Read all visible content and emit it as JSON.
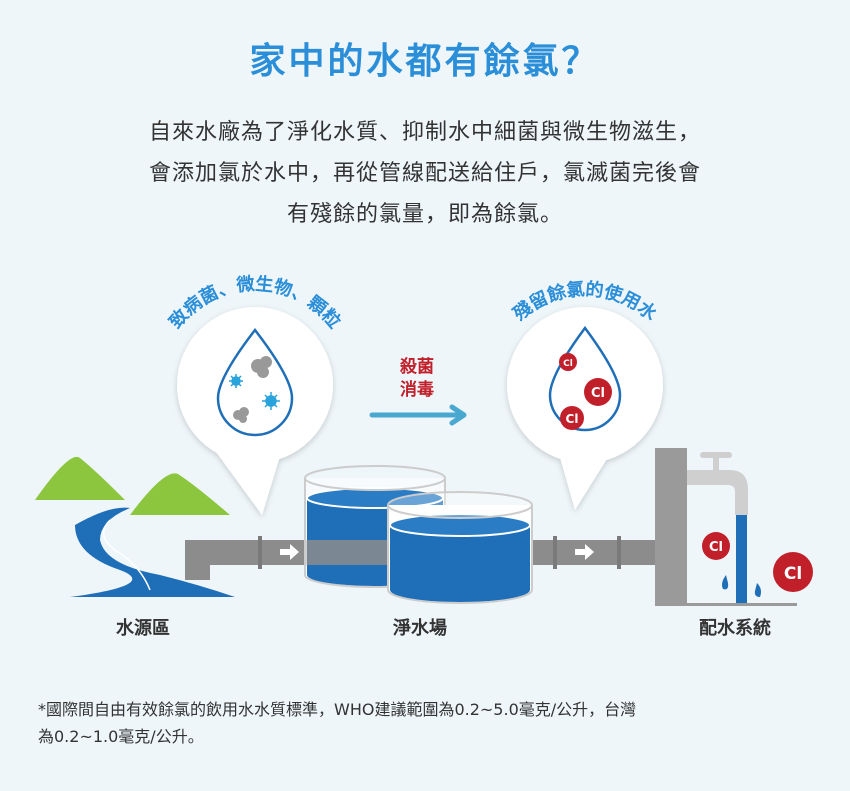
{
  "title": "家中的水都有餘氯？",
  "intro": [
    "自來水廠為了淨化水質、抑制水中細菌與微生物滋生，",
    "會添加氯於水中，再從管線配送給住戶，氯滅菌完後會",
    "有殘餘的氯量，即為餘氯。"
  ],
  "diagram": {
    "left_bubble_caption": "致病菌、微生物、顆粒",
    "right_bubble_caption": "殘留餘氯的使用水",
    "process_label": [
      "殺菌",
      "消毒"
    ],
    "chlorine_symbol": "Cl",
    "stages": [
      "水源區",
      "淨水場",
      "配水系統"
    ],
    "colors": {
      "blue": "#1f6fb8",
      "red": "#c1202b",
      "green": "#8cc63f",
      "gray": "#8c8c8c",
      "title": "#2b8ed8"
    }
  },
  "footnote": [
    "*國際間自由有效餘氯的飲用水水質標準，WHO建議範圍為0.2~5.0毫克/公升，台灣",
    "為0.2~1.0毫克/公升。"
  ]
}
